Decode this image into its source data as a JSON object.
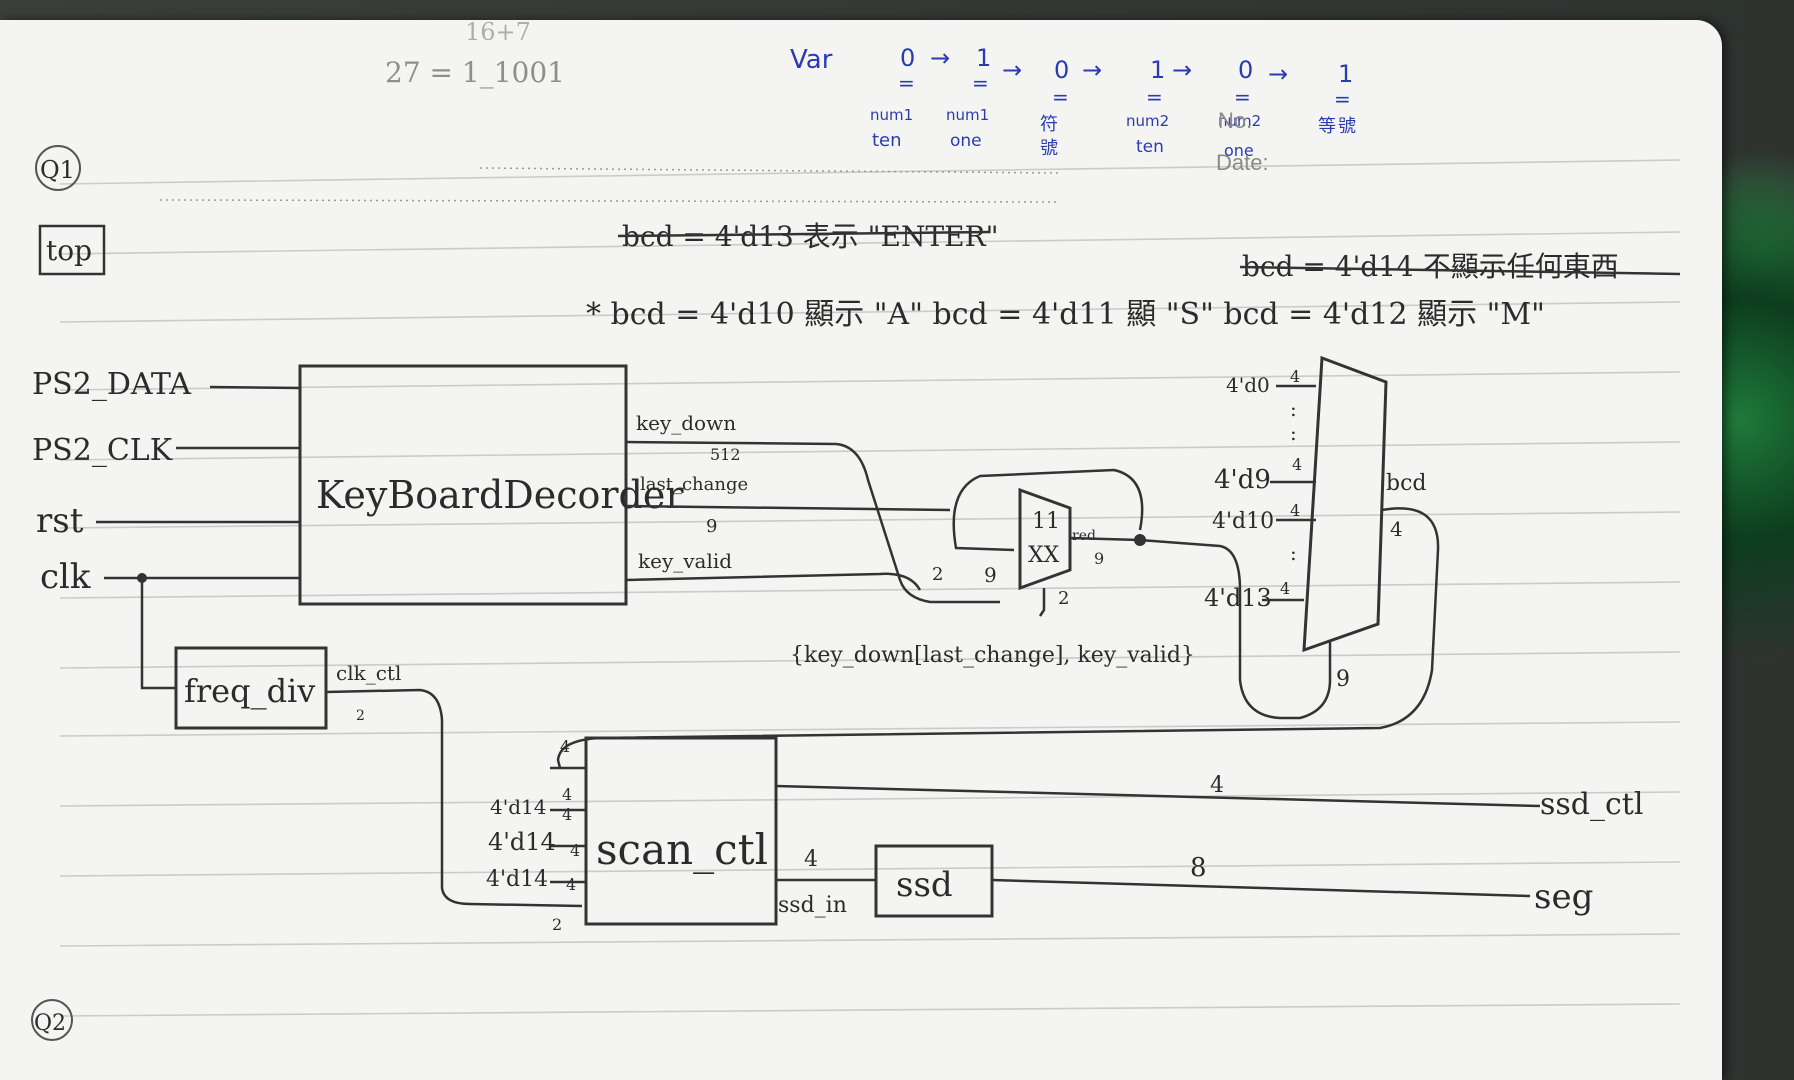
{
  "top_notes": {
    "faint_1": "16+7",
    "faint_2": "27 = 1_1001",
    "var_label": "Var",
    "state_values": [
      "0",
      "1",
      "0",
      "1",
      "0",
      "1"
    ],
    "arrows": [
      "→",
      "→",
      "→",
      "→",
      "→"
    ],
    "state_equals": [
      "=",
      "=",
      "=",
      "=",
      "=",
      "="
    ],
    "state_names": [
      [
        "num1",
        "ten"
      ],
      [
        "num1",
        "one"
      ],
      [
        "符",
        "號"
      ],
      [
        "num2",
        "ten"
      ],
      [
        "num2",
        "one"
      ],
      [
        "等",
        "號"
      ]
    ]
  },
  "printed": {
    "no_label": "No.",
    "date_label": "Date:"
  },
  "section_marks": {
    "q1": "Q1",
    "q2": "Q2"
  },
  "annotations": {
    "top_box": "top",
    "struck_note_1": "bcd = 4'd13 表示 \"ENTER\"",
    "struck_note_2": "bcd = 4'd14 不顯示任何東西",
    "note_line": "* bcd = 4'd10 顯示 \"A\"   bcd = 4'd11 顯 \"S\"   bcd = 4'd12 顯示 \"M\""
  },
  "diagram": {
    "inputs": [
      "PS2_DATA",
      "PS2_CLK",
      "rst",
      "clk"
    ],
    "keyboard_block": "KeyBoardDecorder",
    "keyboard_outputs": [
      "key_down",
      "last_change",
      "key_valid"
    ],
    "kb_widths": [
      "512",
      "9"
    ],
    "mux_small": {
      "inputs": [
        "11",
        "XX"
      ],
      "output": "red",
      "output_width": "9",
      "widths": [
        "2",
        "9"
      ],
      "select_width": "2"
    },
    "concat_label": "{key_down[last_change], key_valid}",
    "mux_big": {
      "inputs": [
        "4'd0",
        "4'd9",
        "4'd10",
        "4'd13"
      ],
      "input_widths": [
        "4",
        "4",
        "4",
        "4"
      ],
      "dots": [
        ":",
        ":",
        ":"
      ],
      "output": "bcd",
      "output_width": "4",
      "select_width": "9"
    },
    "freq_div": "freq_div",
    "clk_ctl": "clk_ctl",
    "clk_ctl_width": "2",
    "scan_block": "scan_ctl",
    "scan_inputs": [
      "4'd14",
      "4'd14",
      "4'd14"
    ],
    "scan_widths": [
      "4",
      "4",
      "4",
      "4"
    ],
    "scan_top_width": "4",
    "scan_clk_width": "2",
    "ssd_in": "ssd_in",
    "ssd_in_width": "4",
    "ssd_block": "ssd",
    "outputs": [
      "ssd_ctl",
      "seg"
    ],
    "output_widths": [
      "4",
      "8"
    ]
  }
}
